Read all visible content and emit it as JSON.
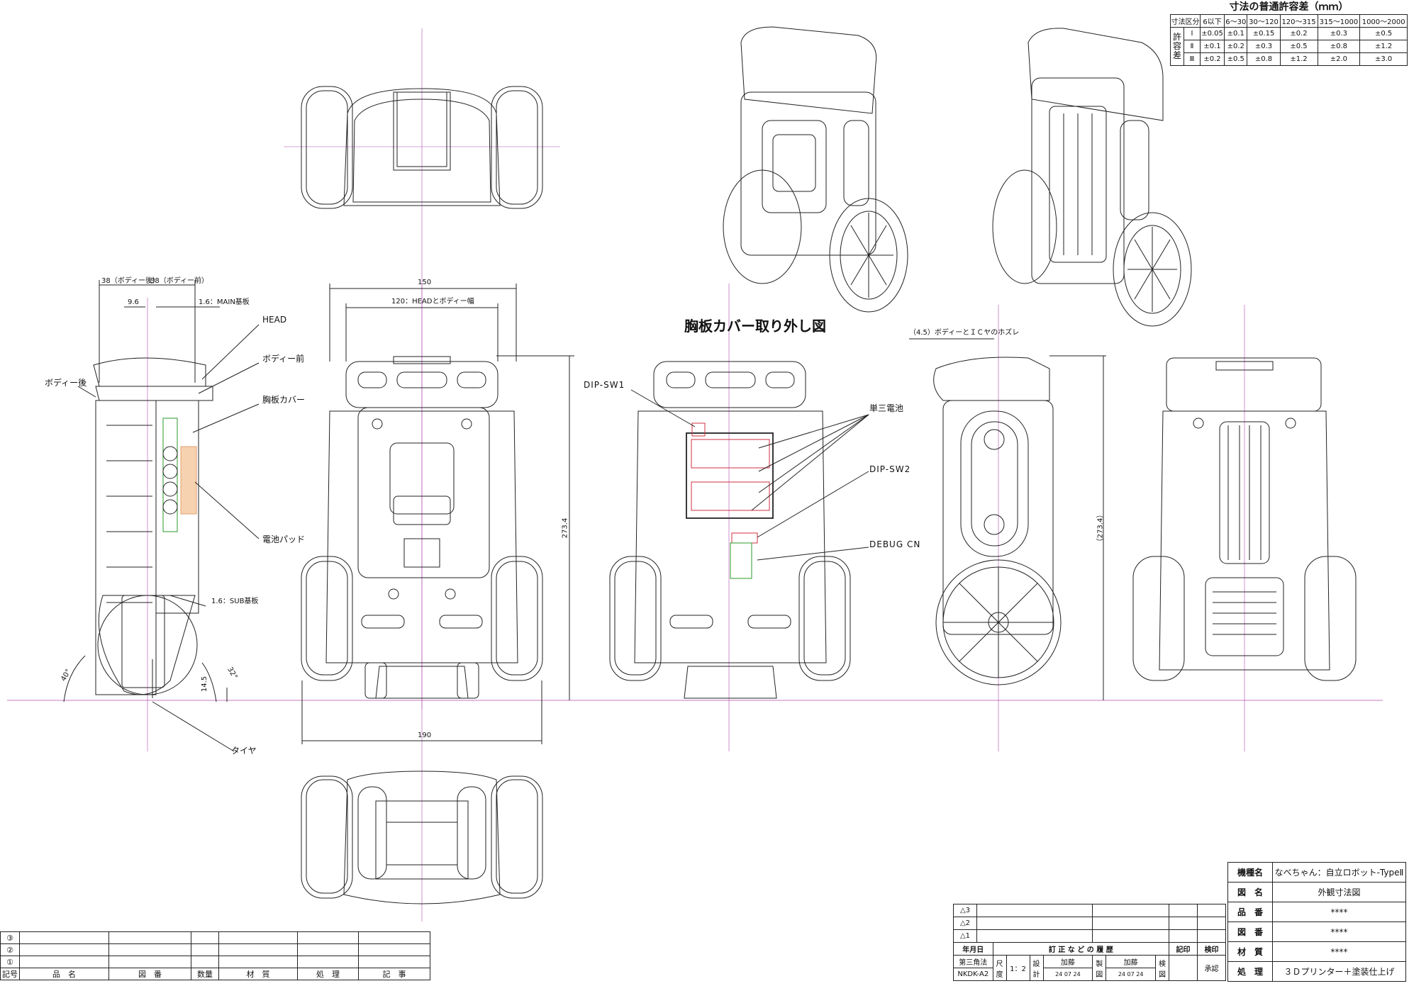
{
  "tolerance_table": {
    "title": "寸法の普通許容差（ｍｍ）",
    "header_label": "寸法区分",
    "columns": [
      "6以下",
      "6〜30",
      "30〜120",
      "120〜315",
      "315〜1000",
      "1000〜2000"
    ],
    "row_group_label": "許容差",
    "rows": [
      {
        "grade": "Ⅰ",
        "values": [
          "±0.05",
          "±0.1",
          "±0.15",
          "±0.2",
          "±0.3",
          "±0.5"
        ]
      },
      {
        "grade": "Ⅱ",
        "values": [
          "±0.1",
          "±0.2",
          "±0.3",
          "±0.5",
          "±0.8",
          "±1.2"
        ]
      },
      {
        "grade": "Ⅲ",
        "values": [
          "±0.2",
          "±0.5",
          "±0.8",
          "±1.2",
          "±2.0",
          "±3.0"
        ]
      }
    ]
  },
  "section_title": "胸板カバー取り外し図",
  "dimensions": {
    "rear_thickness": "38（ボディー後）",
    "front_thickness": "38（ボディー前）",
    "offset": "9.6",
    "main_board": "1.6：MAIN基板",
    "sub_board": "1.6：SUB基板",
    "width_total": "150",
    "head_width": "120：HEADとボディー幅",
    "height": "273.4",
    "height_ref": "（273.4）",
    "wheel_width": "190",
    "clearance": "14.5",
    "offset_head": "（4.5）ボディーとＩＣヤのホズレ",
    "angle_left": "40°",
    "angle_right": "32°"
  },
  "labels": {
    "head": "HEAD",
    "body_front": "ボディー前",
    "body_rear": "ボディー後",
    "chest_cover": "胸板カバー",
    "battery_pad": "電池パッド",
    "tire": "タイヤ",
    "dip_sw1": "DIP-SW1",
    "dip_sw2": "DIP-SW2",
    "battery": "単三電池",
    "debug_cn": "DEBUG CN"
  },
  "title_block": {
    "rows": [
      {
        "key": "機種名",
        "value": "なべちゃん：自立ロボット-TypeⅡ"
      },
      {
        "key": "図　名",
        "value": "外観寸法図"
      },
      {
        "key": "品　番",
        "value": "****"
      },
      {
        "key": "図　番",
        "value": "****"
      },
      {
        "key": "材　質",
        "value": "****"
      },
      {
        "key": "処　理",
        "value": "３Ｄプリンター＋塗装仕上げ"
      }
    ]
  },
  "revision_block": {
    "symbols": [
      "△3",
      "△2",
      "△1"
    ],
    "headers": [
      "年月日",
      "訂 正 な ど の 履 歴",
      "記印",
      "検印"
    ],
    "projection": "第三角法",
    "drawing_no": "NKDK-A2",
    "scale_label": "尺度",
    "scale": "1：2",
    "design_label": "設計",
    "designer": "加藤",
    "design_date": "24 07 24",
    "draw_label": "製図",
    "drafter": "加藤",
    "draw_date": "24 07 24",
    "check_label": "検図",
    "approve_label": "承認"
  },
  "parts_list": {
    "row_marks": [
      "③",
      "②",
      "①"
    ],
    "headers": [
      "記号",
      "品　名",
      "図　番",
      "数量",
      "材　質",
      "処　理",
      "記　事"
    ]
  }
}
